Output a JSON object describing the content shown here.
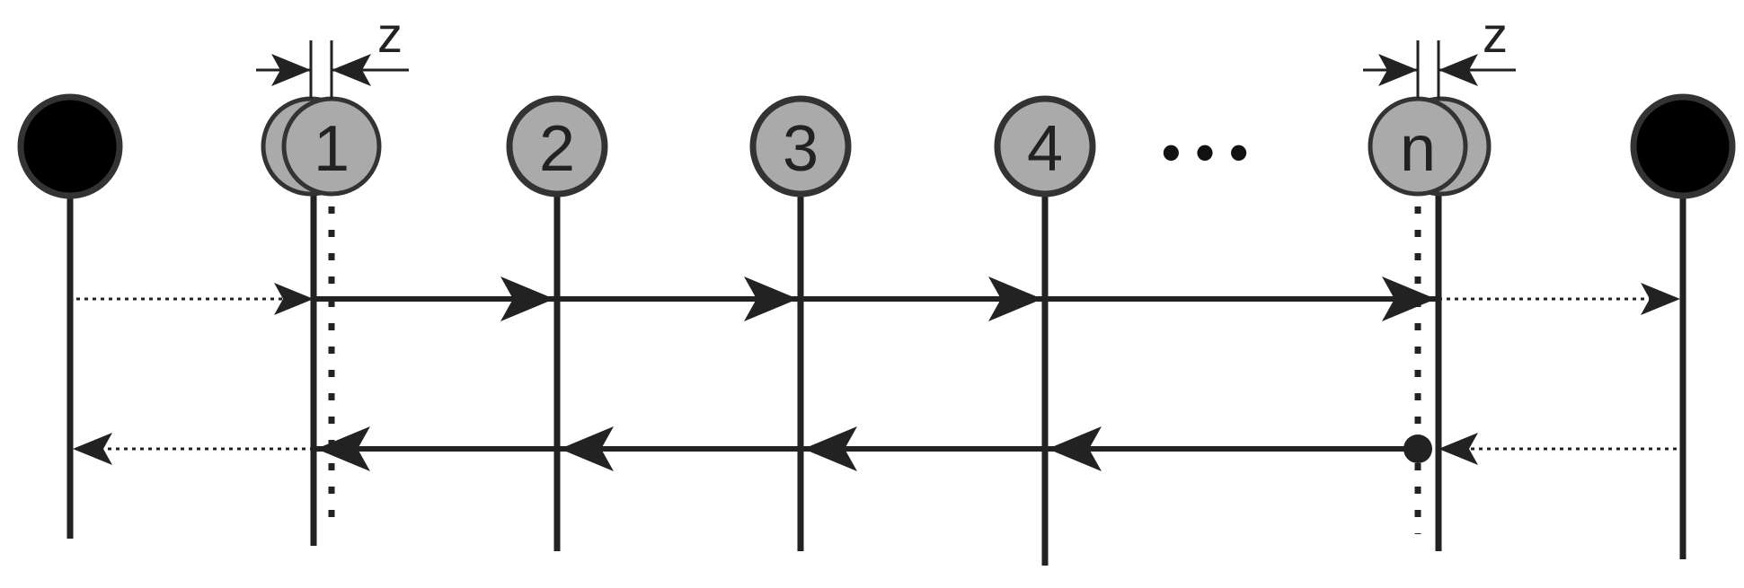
{
  "labels": {
    "node_1": "1",
    "node_2": "2",
    "node_3": "3",
    "node_4": "4",
    "node_n": "n",
    "ellipsis": "• • •",
    "dim_left": "z",
    "dim_right": "z"
  },
  "colors": {
    "ink": "#222222",
    "end_node": "#000000",
    "inner_node": "#aaaaaa",
    "background": "#ffffff"
  }
}
